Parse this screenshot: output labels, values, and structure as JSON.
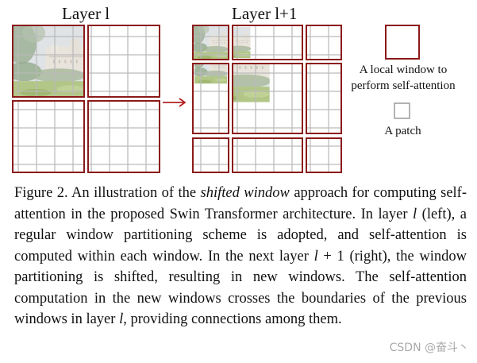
{
  "figure": {
    "layer_left_title": "Layer l",
    "layer_right_title": "Layer l+1",
    "legend": {
      "window_label_line1": "A local window to",
      "window_label_line2": "perform self-attention",
      "patch_label": "A patch"
    },
    "colors": {
      "window_border": "#8b1a1a",
      "patch_grid": "#b8b8b8",
      "arrow": "#b22222",
      "sky": "#d8dde2",
      "castle": "#e3ded6",
      "trees": "#8fa48a",
      "grass": "#a9bf78"
    }
  },
  "caption": {
    "prefix": "Figure 2. An illustration of the ",
    "emphasis": "shifted window",
    "body_1": " approach for computing self-attention in the proposed Swin Transformer architecture.  In layer ",
    "var_l_1": "l",
    "body_2": " (left), a regular window partitioning scheme is adopted, and self-attention is computed within each window.  In the next layer ",
    "var_l_2": "l",
    "plus_one": " + 1",
    "body_3": " (right), the window partitioning is shifted, resulting in new windows. The self-attention computation in the new windows crosses the boundaries of the previous windows in layer ",
    "var_l_3": "l",
    "body_4": ", providing connections among them."
  },
  "watermark": "CSDN @奋斗丶"
}
